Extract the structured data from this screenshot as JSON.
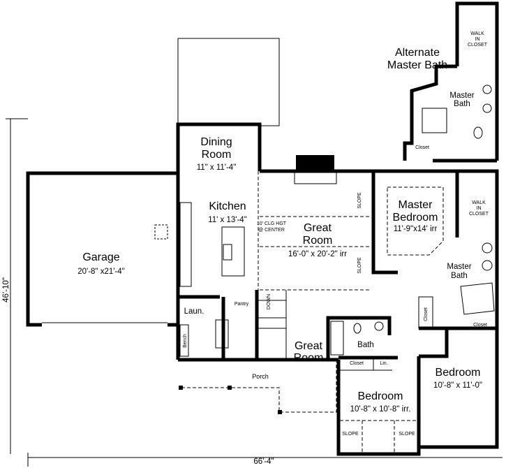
{
  "plan": {
    "overall_height": "46'-10\"",
    "overall_width": "66'-4\"",
    "rooms": {
      "garage": {
        "name": "Garage",
        "size": "20'-8\" x21'-4\""
      },
      "dining": {
        "name_1": "Dining",
        "name_2": "Room",
        "size": "11\" x 11'-4\""
      },
      "kitchen": {
        "name": "Kitchen",
        "size": "11' x 13'-4\""
      },
      "great_room": {
        "name_1": "Great",
        "name_2": "Room",
        "size": "16'-0\" x 20'-2\" irr",
        "ceiling_1": "10' CLG HGT",
        "ceiling_2": "@ CENTER"
      },
      "master_bedroom": {
        "name_1": "Master",
        "name_2": "Bedroom",
        "size": "11'-9\"x14' irr"
      },
      "walk_in_closet": {
        "l1": "WALK",
        "l2": "IN",
        "l3": "CLOSET"
      },
      "master_bath": {
        "l1": "Master",
        "l2": "Bath"
      },
      "bedroom_right": {
        "name": "Bedroom",
        "size": "10'-8\" x 11'-0\""
      },
      "bedroom_bottom": {
        "name": "Bedroom",
        "size": "10'-8\" x 10'-8\" irr."
      },
      "bath": {
        "name": "Bath"
      },
      "porch": {
        "name": "Porch"
      },
      "laundry": {
        "name": "Laun."
      },
      "bench": {
        "name": "Bench"
      },
      "pantry": {
        "name": "Pantry"
      },
      "stairs": {
        "label": "DOWN"
      },
      "closet_label": "Closet",
      "linen": "Lin.",
      "slope": "SLOPE"
    },
    "alternate": {
      "title_1": "Alternate",
      "title_2": "Master Bath",
      "walk_in_1": "WALK",
      "walk_in_2": "IN",
      "walk_in_3": "CLOSET",
      "bath_1": "Master",
      "bath_2": "Bath",
      "closet": "Closet"
    }
  }
}
